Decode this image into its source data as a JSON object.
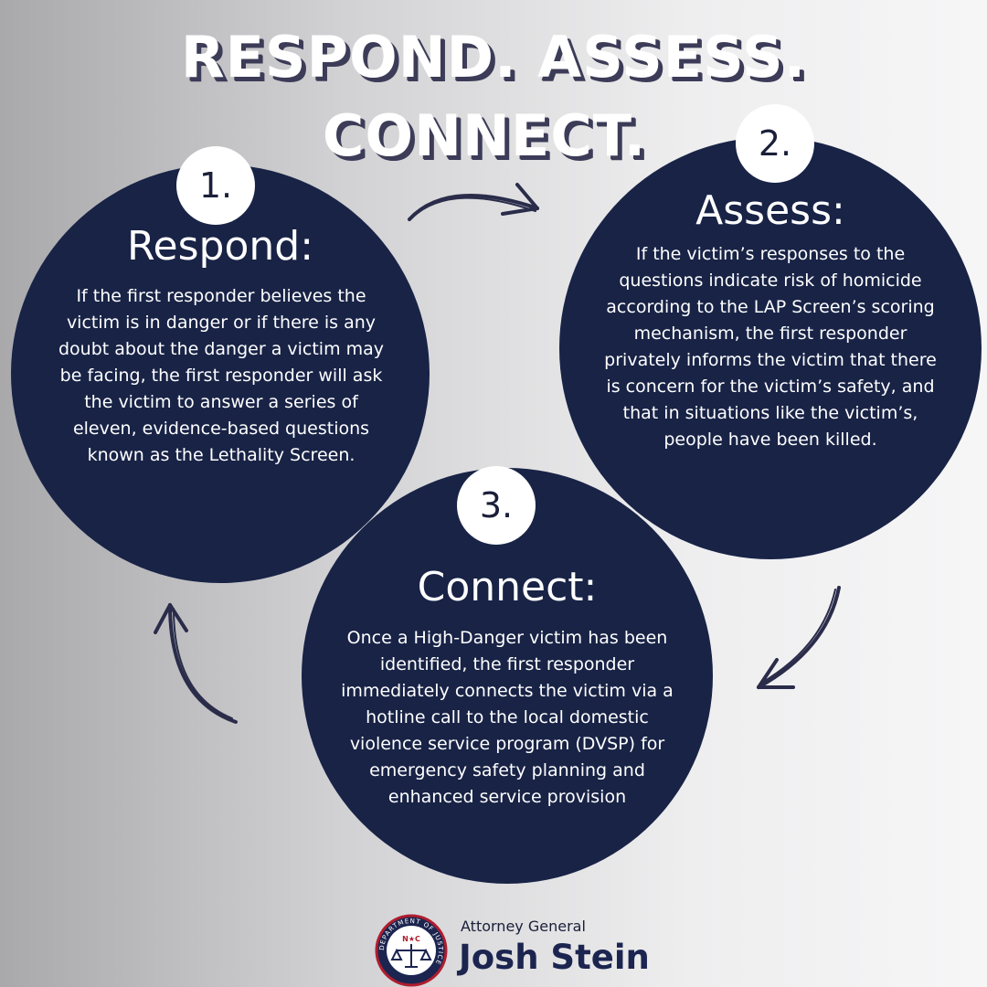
{
  "title": {
    "line1": "RESPOND. ASSESS.",
    "line2": "CONNECT."
  },
  "steps": [
    {
      "number": "1.",
      "heading": "Respond:",
      "text": "If the first responder believes the victim is in danger or if there is any doubt about the danger a victim may be facing, the first responder will ask the victim to answer a series of eleven, evidence-based questions known as the Lethality Screen."
    },
    {
      "number": "2.",
      "heading": "Assess:",
      "text": "If the victim’s responses to the questions indicate risk of homicide according to the LAP Screen’s scoring mechanism, the first responder privately informs the victim that there is concern for the victim’s safety, and that in situations like the victim’s, people have been killed."
    },
    {
      "number": "3.",
      "heading": "Connect:",
      "text": "Once a High-Danger victim has been identified, the first responder immediately connects the victim via a hotline call to the local domestic violence service program (DVSP) for emergency safety planning and enhanced service provision"
    }
  ],
  "footer": {
    "seal_text": "DEPARTMENT OF JUSTICE",
    "seal_initials": "N★C",
    "subtitle": "Attorney General",
    "name": "Josh Stein"
  },
  "colors": {
    "circle": "#182346",
    "badge": "#ffffff",
    "title_shadow": "#3c3c58",
    "arrow": "#2a2c4a"
  }
}
